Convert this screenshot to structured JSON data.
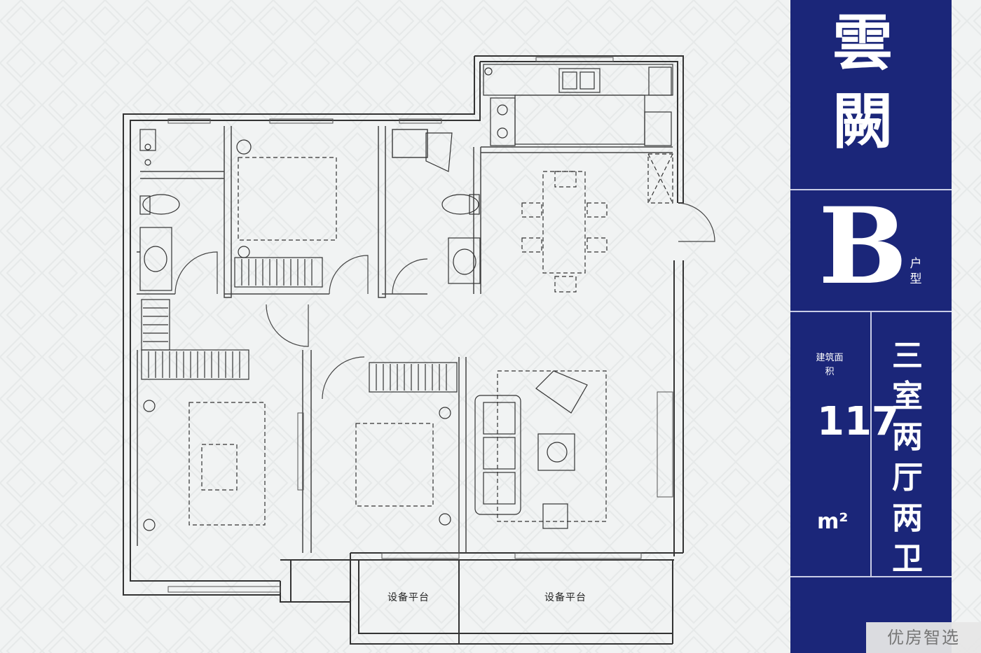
{
  "plan": {
    "rooms": [
      {
        "label": "设备平台"
      },
      {
        "label": "设备平台"
      }
    ]
  },
  "panel": {
    "brand_name": "雲闕",
    "unit_type_letter": "B",
    "unit_type_suffix": "户型",
    "area_caption": "建筑面积",
    "area_value": "117",
    "area_unit": "m²",
    "layout": "三室两厅两卫",
    "background_color": "#1b2679"
  },
  "watermark": "优房智选"
}
